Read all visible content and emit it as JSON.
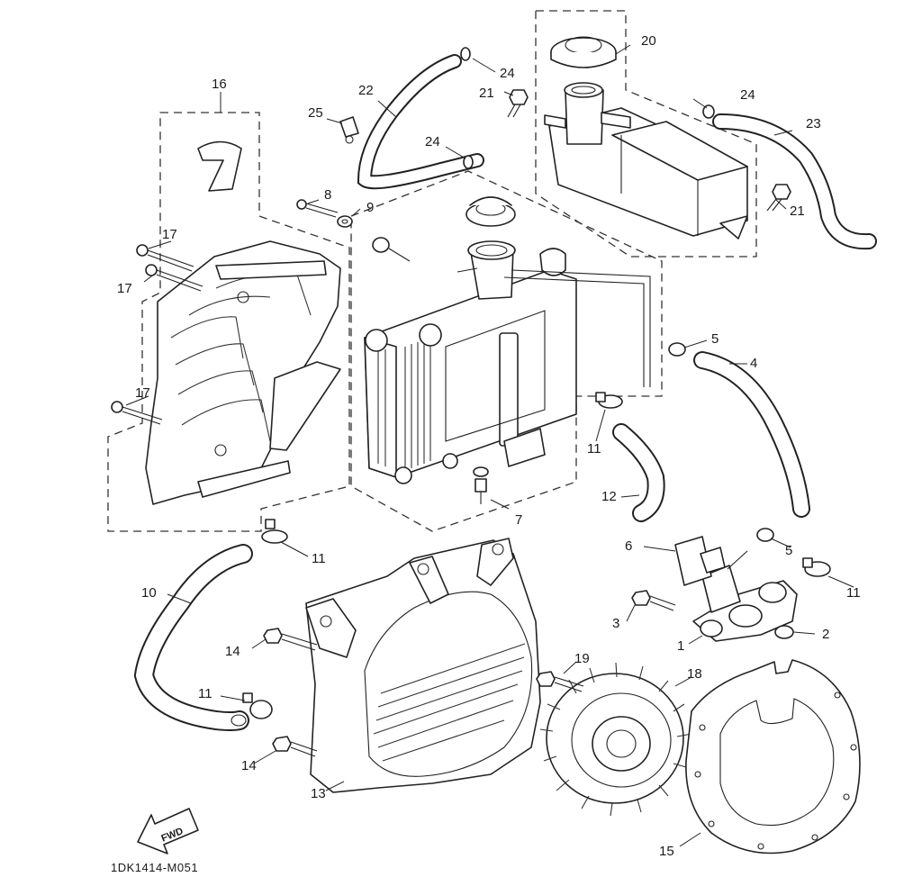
{
  "diagram": {
    "code": "1DK1414-M051",
    "fwd_label": "FWD",
    "callouts": {
      "c1": "1",
      "c2": "2",
      "c3": "3",
      "c4": "4",
      "c5a": "5",
      "c5b": "5",
      "c6": "6",
      "c7": "7",
      "c8": "8",
      "c9": "9",
      "c10": "10",
      "c11a": "11",
      "c11b": "11",
      "c11c": "11",
      "c11d": "11",
      "c12": "12",
      "c13": "13",
      "c14a": "14",
      "c14b": "14",
      "c15": "15",
      "c16": "16",
      "c17a": "17",
      "c17b": "17",
      "c17c": "17",
      "c18": "18",
      "c19": "19",
      "c20": "20",
      "c21a": "21",
      "c21b": "21",
      "c22": "22",
      "c23": "23",
      "c24a": "24",
      "c24b": "24",
      "c24c": "24",
      "c25": "25"
    }
  }
}
